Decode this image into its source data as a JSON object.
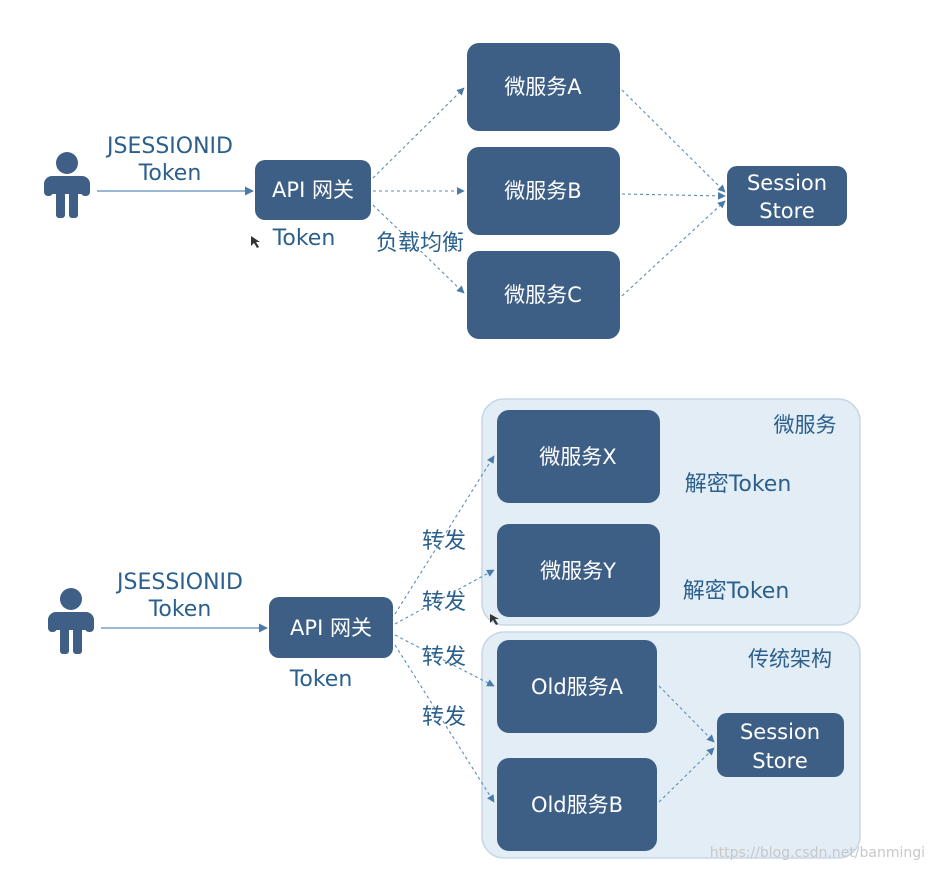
{
  "top": {
    "client_label_line1": "JSESSIONID",
    "client_label_line2": "Token",
    "gateway": "API 网关",
    "token_label": "Token",
    "lb_label": "负载均衡",
    "service_a": "微服务A",
    "service_b": "微服务B",
    "service_c": "微服务C",
    "session_store_line1": "Session",
    "session_store_line2": "Store"
  },
  "bottom": {
    "client_label_line1": "JSESSIONID",
    "client_label_line2": "Token",
    "gateway": "API 网关",
    "token_label": "Token",
    "forward_labels": [
      "转发",
      "转发",
      "转发",
      "转发"
    ],
    "microservice_group_title": "微服务",
    "service_x": "微服务X",
    "service_y": "微服务Y",
    "decrypt_x": "解密Token",
    "decrypt_y": "解密Token",
    "legacy_group_title": "传统架构",
    "old_a": "Old服务A",
    "old_b": "Old服务B",
    "session_store_line1": "Session",
    "session_store_line2": "Store"
  },
  "watermark": "https://blog.csdn.net/banmingi",
  "colors": {
    "box": "#3e5f85",
    "text": "#2b5f8c",
    "arrow": "#5b8cb8",
    "group_bg": "#e3edf6",
    "group_border": "#c6d8e8",
    "person": "#3f5f86"
  },
  "icons": [
    "person-icon",
    "cursor-icon"
  ]
}
